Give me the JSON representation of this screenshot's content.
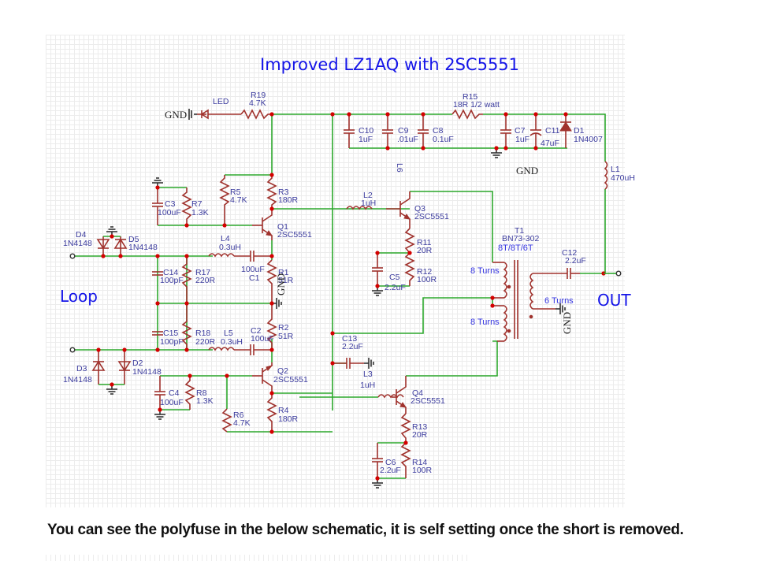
{
  "title": "Improved LZ1AQ with 2SC5551",
  "caption": "You can see the polyfuse in the below schematic, it is self setting once the short is removed.",
  "labels": {
    "loop": "Loop",
    "out": "OUT",
    "gnd": "GND"
  },
  "components": {
    "LED": {
      "ref": "LED"
    },
    "R19": {
      "ref": "R19",
      "value": "4.7K"
    },
    "R15": {
      "ref": "R15",
      "value": "18R 1/2 watt"
    },
    "C10": {
      "ref": "C10",
      "value": "1uF"
    },
    "C9": {
      "ref": "C9",
      "value": ".01uF"
    },
    "C8": {
      "ref": "C8",
      "value": "0.1uF"
    },
    "L6": {
      "ref": "L6"
    },
    "C7": {
      "ref": "C7",
      "value": "1uF"
    },
    "C11": {
      "ref": "C11",
      "value": "47uF"
    },
    "D1": {
      "ref": "D1",
      "value": "1N4007"
    },
    "L1": {
      "ref": "L1",
      "value": "470uH"
    },
    "C3": {
      "ref": "C3",
      "value": "100uF"
    },
    "R7": {
      "ref": "R7",
      "value": "1.3K"
    },
    "R5": {
      "ref": "R5",
      "value": "4.7K"
    },
    "R3": {
      "ref": "R3",
      "value": "180R"
    },
    "Q1": {
      "ref": "Q1",
      "value": "2SC5551"
    },
    "L2": {
      "ref": "L2",
      "value": "1uH"
    },
    "Q3": {
      "ref": "Q3",
      "value": "2SC5551"
    },
    "R11": {
      "ref": "R11",
      "value": "20R"
    },
    "R12": {
      "ref": "R12",
      "value": "100R"
    },
    "C5": {
      "ref": "C5",
      "value": "2.2uF"
    },
    "D4": {
      "ref": "D4",
      "value": "1N4148"
    },
    "D5": {
      "ref": "D5",
      "value": "1N4148"
    },
    "L4": {
      "ref": "L4",
      "value": "0.3uH"
    },
    "C1": {
      "ref": "C1",
      "value": "100uF"
    },
    "R1": {
      "ref": "R1",
      "value": "51R"
    },
    "C14": {
      "ref": "C14",
      "value": "100pF"
    },
    "R17": {
      "ref": "R17",
      "value": "220R"
    },
    "C15": {
      "ref": "C15",
      "value": "100pF"
    },
    "R18": {
      "ref": "R18",
      "value": "220R"
    },
    "L5": {
      "ref": "L5",
      "value": "0.3uH"
    },
    "C2": {
      "ref": "C2",
      "value": "100uF"
    },
    "R2": {
      "ref": "R2",
      "value": "51R"
    },
    "D3": {
      "ref": "D3",
      "value": "1N4148"
    },
    "D2": {
      "ref": "D2",
      "value": "1N4148"
    },
    "C13": {
      "ref": "C13",
      "value": "2.2uF"
    },
    "T1": {
      "ref": "T1",
      "value": "BN73-302",
      "winding": "8T/8T/6T"
    },
    "C12": {
      "ref": "C12",
      "value": "2.2uF"
    },
    "Q2": {
      "ref": "Q2",
      "value": "2SC5551"
    },
    "C4": {
      "ref": "C4",
      "value": "100uF"
    },
    "R8": {
      "ref": "R8",
      "value": "1.3K"
    },
    "R6": {
      "ref": "R6",
      "value": "4.7K"
    },
    "R4": {
      "ref": "R4",
      "value": "180R"
    },
    "L3": {
      "ref": "L3",
      "value": "1uH"
    },
    "Q4": {
      "ref": "Q4",
      "value": "2SC5551"
    },
    "R13": {
      "ref": "R13",
      "value": "20R"
    },
    "R14": {
      "ref": "R14",
      "value": "100R"
    },
    "C6": {
      "ref": "C6",
      "value": "2.2uF"
    }
  },
  "transformer_notes": {
    "primary_top": "8 Turns",
    "primary_bottom": "8 Turns",
    "secondary": "6 Turns"
  }
}
